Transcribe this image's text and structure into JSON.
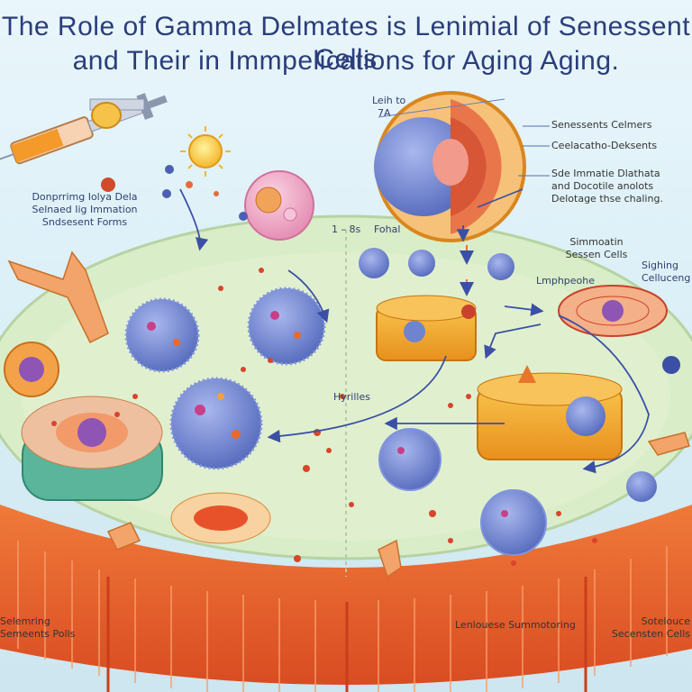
{
  "title": {
    "line1": "The Role of Gamma Delmates is Lenimial of Senessent Cells",
    "line2": "and Their in Immpelications for Aging Aging."
  },
  "labels": {
    "left_top": {
      "line1": "Donprrimg Iolya Dela",
      "line2": "Selnaed Iig Immation",
      "line3": "Sndsesent Forms"
    },
    "center_top": {
      "line1": "Leih to",
      "line2": "7A"
    },
    "right_top": {
      "l1": "Senessents Celmers",
      "l2": "Ceelacatho-Deksents",
      "l3": "Sde Immatie Dlathata",
      "l4": "and Docotile anolots",
      "l5": "Delotage thse chaling."
    },
    "ratio": "1 – 8s",
    "fohal": "Fohal",
    "mid_right": {
      "line1": "Simmoatin",
      "line2": "Sessen Cells"
    },
    "lymph": "Lmphpeohe",
    "sighing": {
      "line1": "Sighing",
      "line2": "Celluceng"
    },
    "hyphiles": "Hyrilles",
    "bottom_left": {
      "line1": "Selemring",
      "line2": "Semeents Polls"
    },
    "bottom_center": "Lenlouese Summotoring",
    "bottom_right": {
      "line1": "Sotelouce",
      "line2": "Secensten Cells"
    }
  },
  "colors": {
    "title": "#2b3d7a",
    "disc": "#d6ebc9",
    "membrane": "#e8622b",
    "cell_blue": "#6f84cf",
    "tissue_orange": "#f0a02d",
    "arrow": "#3b4fa6"
  },
  "icons": [
    "syringe-icon",
    "sun-cell-icon",
    "immune-cell-icon",
    "tissue-block-icon",
    "arrow-icon"
  ]
}
